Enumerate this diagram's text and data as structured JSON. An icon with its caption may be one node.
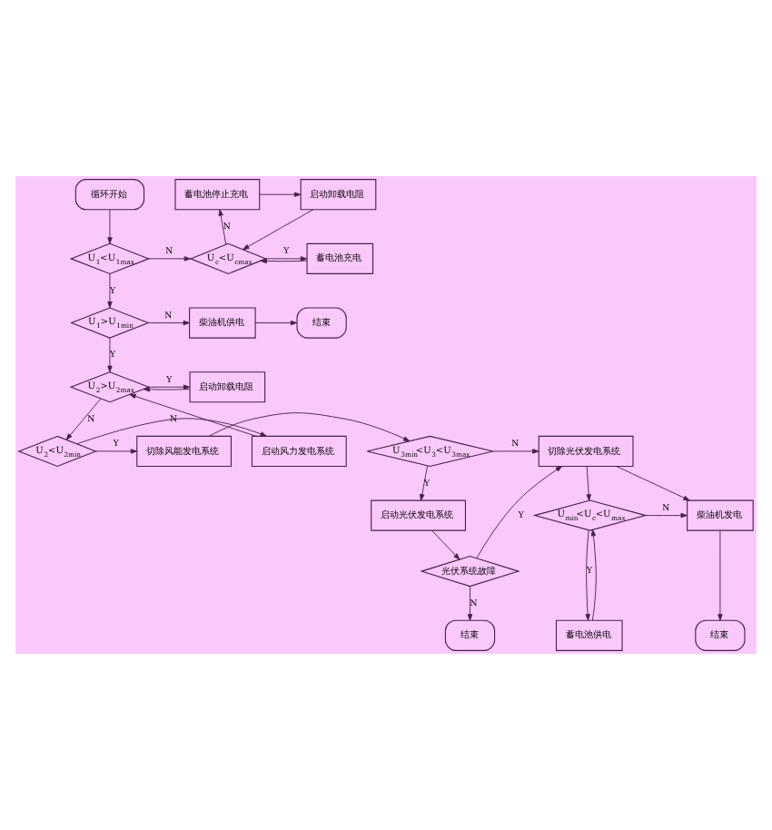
{
  "diagram": {
    "nodes": [
      {
        "text": [
          "循环开始"
        ]
      },
      {
        "text": [
          "启动卸载电阻"
        ]
      },
      {
        "text": [
          "蓄电池停止充电"
        ]
      },
      {
        "text": [
          "U$_{1}$<U$_{1max}$"
        ]
      },
      {
        "text": [
          "U$_{c}$<U$_{cmax}$"
        ]
      },
      {
        "text": [
          "蓄电池充电"
        ]
      },
      {
        "text": [
          "U$_{1}$>U$_{1min}$"
        ]
      },
      {
        "text": [
          "柴油机供电"
        ]
      },
      {
        "text": [
          "结束"
        ]
      },
      {
        "text": [
          "U$_{2}$>U$_{2max}$"
        ]
      },
      {
        "text": [
          "启动卸载电阻"
        ]
      },
      {
        "text": [
          "U$_{2}$<U$_{2min}$"
        ]
      },
      {
        "text": [
          "切除风能发电系统"
        ]
      },
      {
        "text": [
          "启动风力发电系统"
        ]
      },
      {
        "text": [
          "U$_{3min}$<U$_{3}$<U$_{3max}$"
        ]
      },
      {
        "text": [
          "启动光伏发电系统"
        ]
      },
      {
        "text": [
          "光伏系统故障"
        ]
      },
      {
        "text": [
          "结束"
        ]
      },
      {
        "text": [
          "切除光伏发电系统"
        ]
      },
      {
        "text": [
          "U$_{min}$<U$_{c}$<U$_{max}$"
        ]
      },
      {
        "text": [
          "柴油机发电"
        ]
      },
      {
        "text": [
          "蓄电池供电"
        ]
      },
      {
        "text": [
          "结束"
        ]
      }
    ],
    "edges": [
      {
        "from": 0,
        "to": 3,
        "arrow": "to"
      },
      {
        "from": 3,
        "to": 4,
        "arrow": "to",
        "label": "N"
      },
      {
        "from": 1,
        "to": 4,
        "arrow": "to"
      },
      {
        "from": 4,
        "to": 2,
        "arrow": "to",
        "label": "N"
      },
      {
        "from": 4,
        "to": 5,
        "arrow": "to",
        "label": "Y"
      },
      {
        "from": 5,
        "to": 4,
        "arrow": "to"
      },
      {
        "from": 2,
        "to": 1,
        "arrow": "to"
      },
      {
        "from": 3,
        "to": 6,
        "arrow": "to",
        "label": "Y"
      },
      {
        "from": 6,
        "to": 7,
        "arrow": "to",
        "label": "N"
      },
      {
        "from": 7,
        "to": 8,
        "arrow": "to"
      },
      {
        "from": 6,
        "to": 9,
        "arrow": "to",
        "label": "Y"
      },
      {
        "from": 10,
        "to": 9,
        "arrow": "to"
      },
      {
        "from": 9,
        "to": 10,
        "arrow": "to",
        "label": "Y"
      },
      {
        "from": 9,
        "to": 11,
        "arrow": "to",
        "label": "N"
      },
      {
        "from": 11,
        "to": 12,
        "arrow": "to",
        "label": "Y"
      },
      {
        "from": 11,
        "to": 13,
        "arrow": "to",
        "label": "N"
      },
      {
        "from": 13,
        "to": 9,
        "arrow": "to"
      },
      {
        "from": 12,
        "to": 14,
        "arrow": "to"
      },
      {
        "from": 14,
        "to": 18,
        "arrow": "to",
        "label": "N"
      },
      {
        "from": 14,
        "to": 15,
        "arrow": "to",
        "label": "Y"
      },
      {
        "from": 15,
        "to": 16,
        "arrow": "to"
      },
      {
        "from": 16,
        "to": 18,
        "arrow": "to",
        "label": "Y"
      },
      {
        "from": 16,
        "to": 17,
        "arrow": "to",
        "label": "N"
      },
      {
        "from": 18,
        "to": 19,
        "arrow": "to"
      },
      {
        "from": 18,
        "to": 20,
        "arrow": "to"
      },
      {
        "from": 19,
        "to": 20,
        "arrow": "to",
        "label": "N"
      },
      {
        "from": 19,
        "to": 21,
        "arrow": "to",
        "label": "Y"
      },
      {
        "from": 21,
        "to": 19,
        "arrow": "to"
      },
      {
        "from": 20,
        "to": 22,
        "arrow": "to"
      }
    ]
  }
}
